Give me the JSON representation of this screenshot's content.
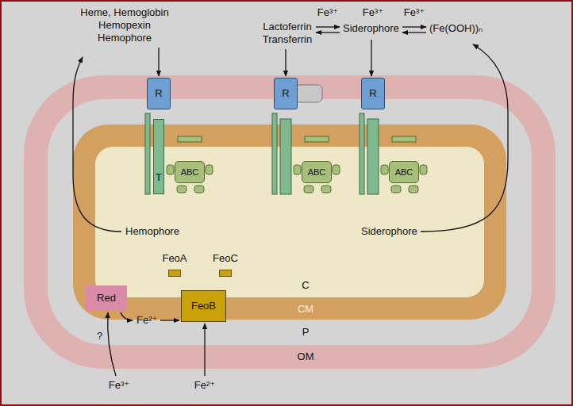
{
  "diagram": {
    "nodes": [
      {
        "text": [
          "R"
        ]
      },
      {
        "text": [
          "R"
        ]
      },
      {
        "text": [
          "R"
        ]
      },
      {
        "text": [
          "T"
        ]
      },
      {
        "text": [
          "ABC"
        ]
      },
      {
        "text": [
          "ABC"
        ]
      },
      {
        "text": [
          "ABC"
        ]
      },
      {
        "text": [
          "FeoA"
        ]
      },
      {
        "text": [
          "FeoC"
        ]
      },
      {
        "text": [
          "FeoB"
        ]
      },
      {
        "text": [
          "Red"
        ]
      }
    ],
    "labels": [
      "Heme, Hemoglobin Hemopexin Hemophore",
      "Lactoferrin Transferrin",
      "Fe³⁺",
      "Fe³⁺",
      "Siderophore",
      "Fe³⁺",
      "(Fe(OOH))ₙ",
      "Hemophore",
      "Siderophore",
      "C",
      "CM",
      "P",
      "OM",
      "Fe²⁺",
      "?",
      "Fe³⁺",
      "Fe²⁺"
    ]
  }
}
